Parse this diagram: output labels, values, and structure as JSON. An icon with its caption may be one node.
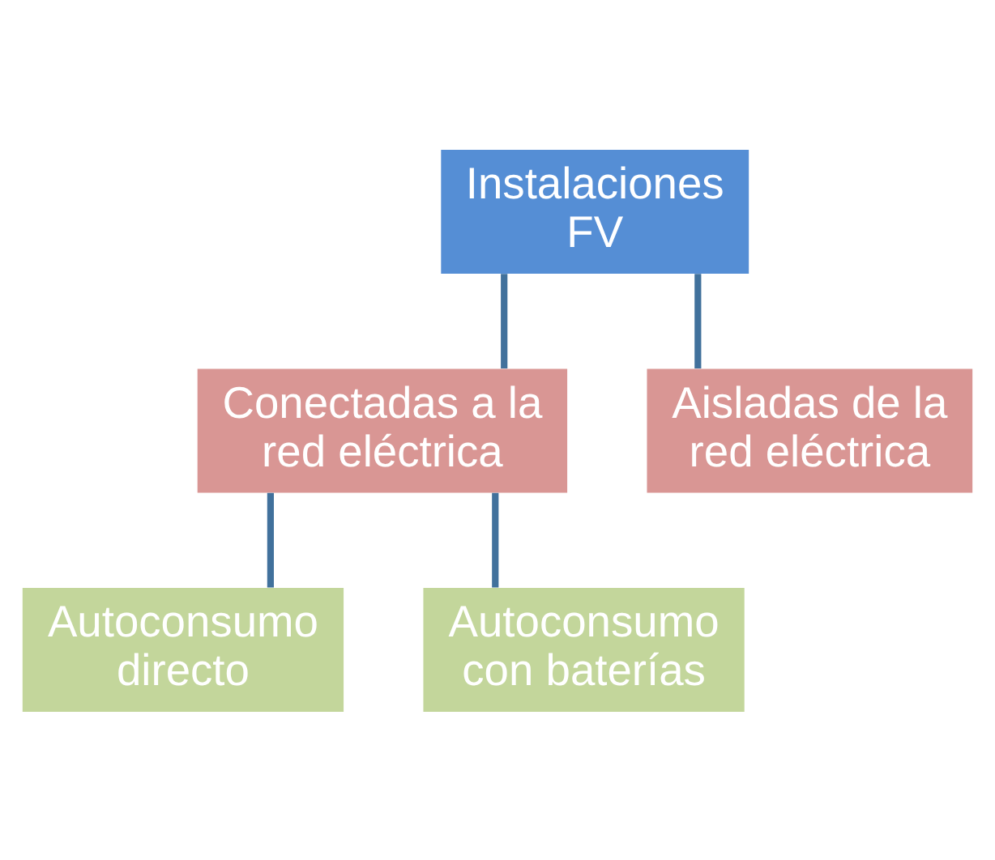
{
  "diagram": {
    "nodes": [
      {
        "text": [
          "Instalaciones FV"
        ]
      },
      {
        "text": [
          "Conectadas a la red eléctrica"
        ]
      },
      {
        "text": [
          "Aisladas de la red eléctrica"
        ]
      },
      {
        "text": [
          "Autoconsumo directo"
        ]
      },
      {
        "text": [
          "Autoconsumo con baterías"
        ]
      }
    ],
    "edges": [
      {
        "from": 0,
        "to": 1,
        "arrow": "none"
      },
      {
        "from": 0,
        "to": 2,
        "arrow": "none"
      },
      {
        "from": 1,
        "to": 3,
        "arrow": "none"
      },
      {
        "from": 1,
        "to": 4,
        "arrow": "none"
      }
    ]
  }
}
